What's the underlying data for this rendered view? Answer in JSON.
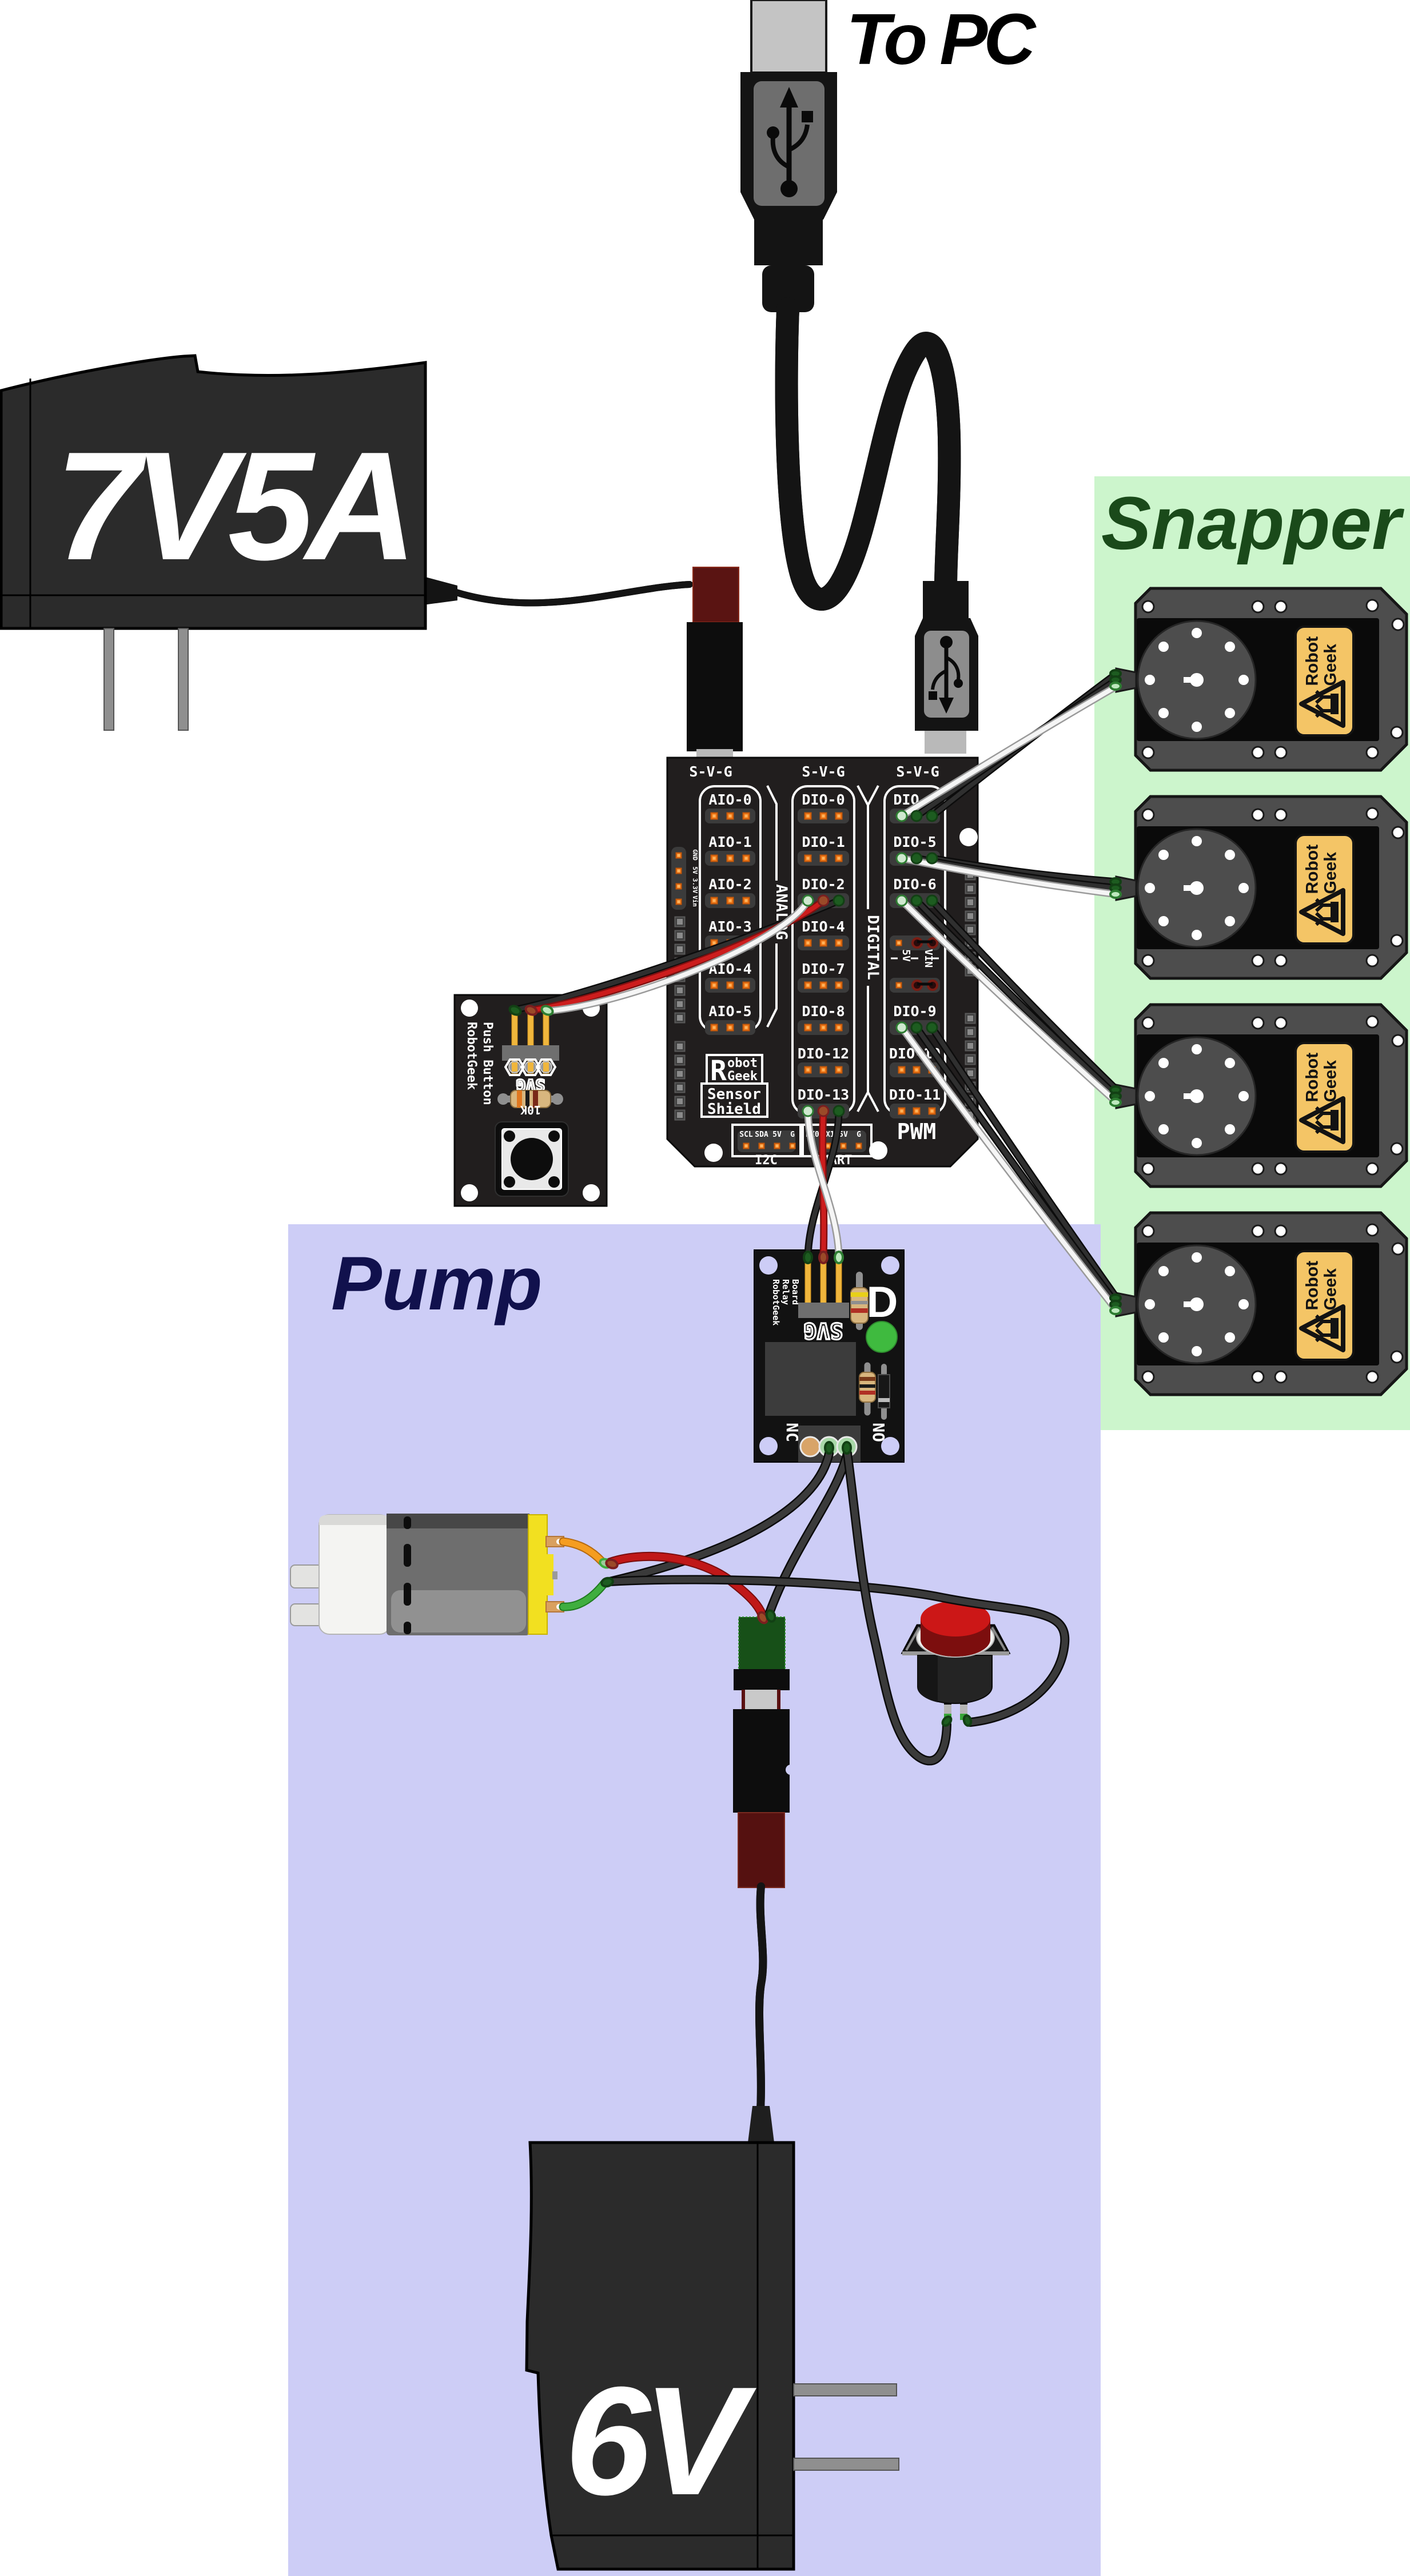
{
  "diagram": {
    "to_pc_label": "To PC",
    "psu_main": {
      "label": "7V5A"
    },
    "psu_pump": {
      "label": "6V"
    },
    "snapper_group": {
      "title": "Snapper",
      "bg": "#ccf5cc",
      "title_color": "#1a4a1a"
    },
    "pump_group": {
      "title": "Pump",
      "bg": "#cdcdf6",
      "title_color": "#11114d"
    }
  },
  "shield": {
    "column_header": "S-V-G",
    "analog": {
      "group_label": "ANALOG",
      "rows": [
        "AIO-0",
        "AIO-1",
        "AIO-2",
        "AIO-3",
        "AIO-4",
        "AIO-5"
      ]
    },
    "digital": {
      "group_label": "DIGITAL",
      "rows": [
        "DIO-0",
        "DIO-1",
        "DIO-2",
        "DIO-4",
        "DIO-7",
        "DIO-8",
        "DIO-12",
        "DIO-13"
      ]
    },
    "pwm": {
      "group_label": "PWM",
      "rows": [
        "DIO-3",
        "DIO-5",
        "DIO-6",
        "DIO-9",
        "DIO-10",
        "DIO-11"
      ],
      "jumper_labels": [
        "5V",
        "VIN"
      ]
    },
    "power_pins": [
      "GND",
      "5V",
      "3.3V",
      "Vin"
    ],
    "logo": {
      "r": "R",
      "obot": "obot",
      "geek": "Geek",
      "line1": "Sensor",
      "line2": "Shield"
    },
    "i2c": {
      "label": "I2C",
      "pins": [
        "SCL",
        "SDA",
        "5V",
        "G"
      ]
    },
    "uart": {
      "label": "UART",
      "pins": [
        "RX0",
        "TX1",
        "5V",
        "G"
      ]
    }
  },
  "push_button_board": {
    "title_line1": "RobotGeek",
    "title_line2": "Push Button",
    "header_label": "SVG",
    "resistor_label": "10K"
  },
  "relay_board": {
    "title_line1": "RobotGeek",
    "title_line2": "Relay",
    "title_line3": "Board",
    "header_label": "SVG",
    "diode_label": "D",
    "nc_label": "NC",
    "no_label": "NO"
  },
  "servo": {
    "brand_line1": "Robot",
    "brand_line2": "Geek",
    "count": 4
  }
}
